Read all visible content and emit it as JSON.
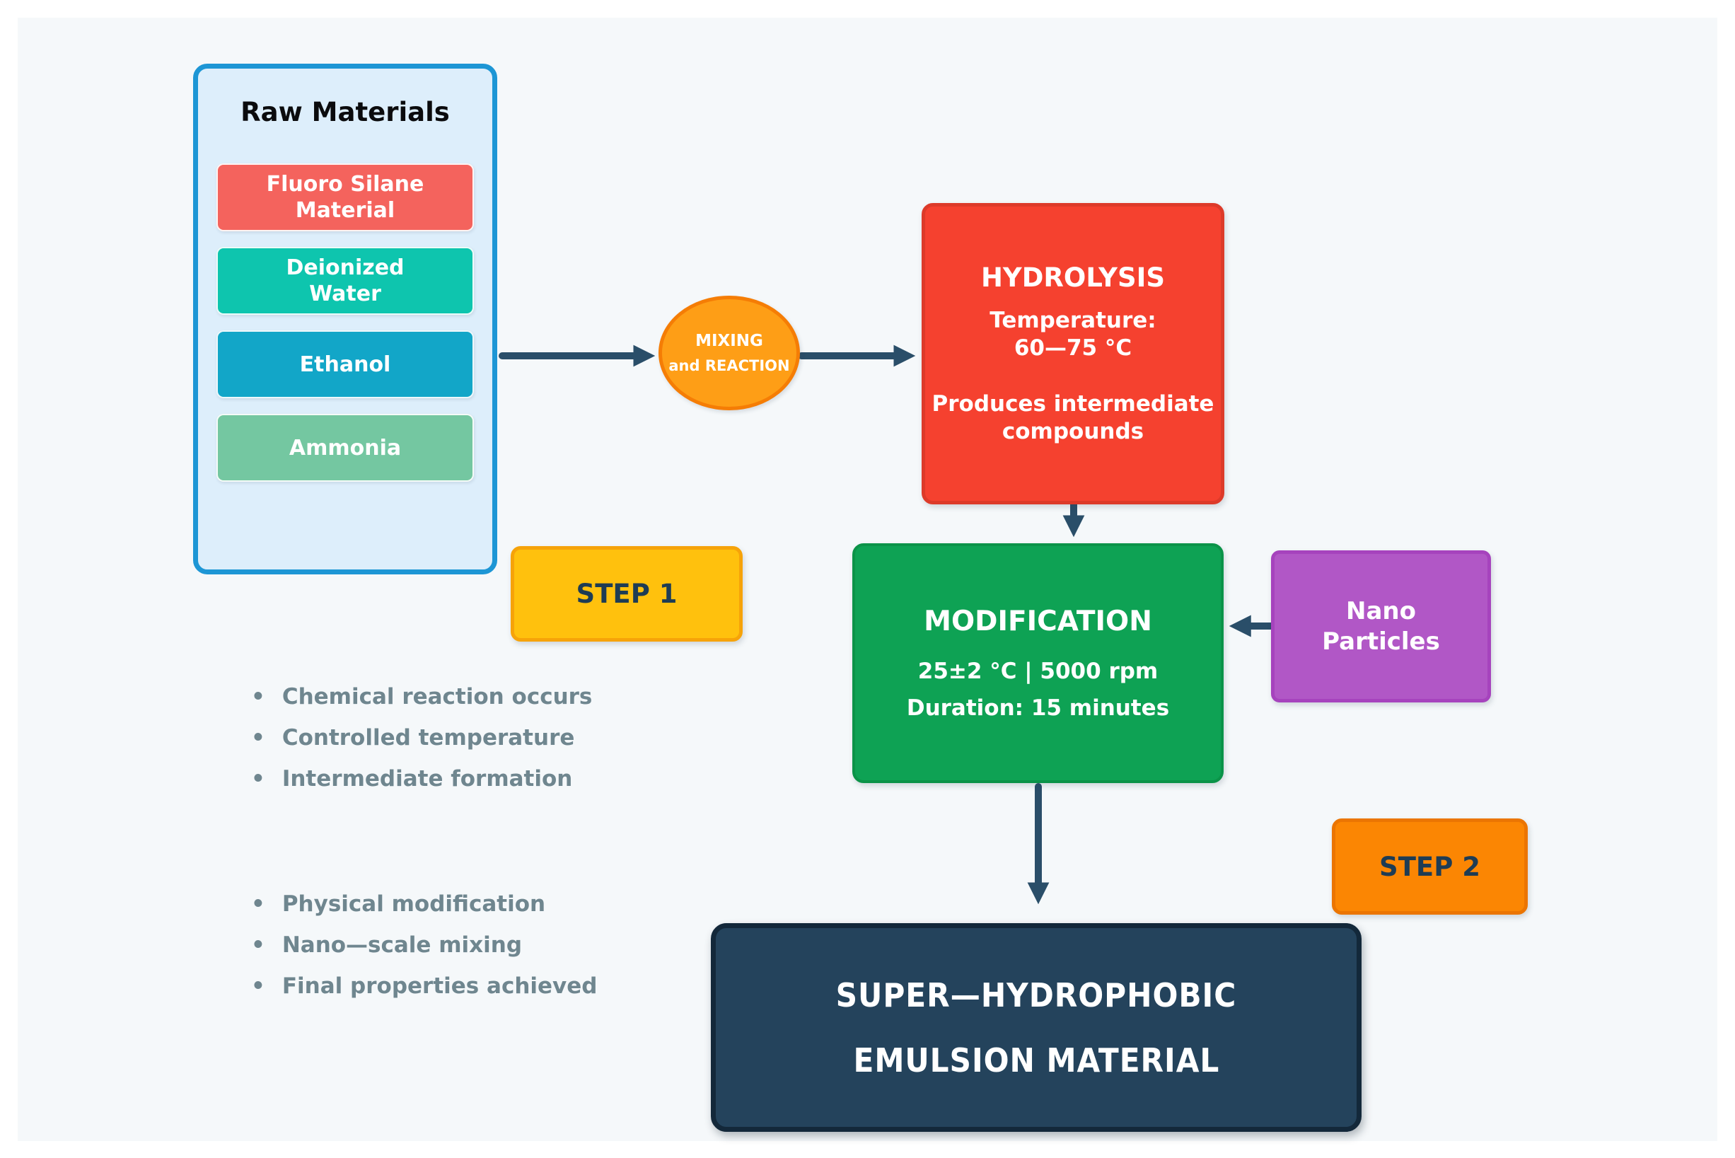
{
  "colors": {
    "panel_bg": "#f5f8fa",
    "raw_container_fill": "#ddeefb",
    "raw_container_border": "#1d96d5",
    "item_fluoro_silane": "#f4635d",
    "item_deionized_water": "#0ec5ae",
    "item_ethanol": "#12a6c8",
    "item_ammonia": "#74c7a1",
    "mixing_fill": "#fe9e16",
    "mixing_border": "#f57d05",
    "hydrolysis_fill": "#f5412f",
    "hydrolysis_border": "#dd3a29",
    "modification_fill": "#0ea254",
    "modification_border": "#0b9348",
    "nano_fill": "#b157c6",
    "nano_border": "#a643bd",
    "step1_fill": "#ffc10d",
    "step1_border": "#f6a309",
    "step2_fill": "#fb8603",
    "step2_border": "#eb7502",
    "final_fill": "#24435c",
    "final_border": "#13283a",
    "arrow": "#2a4e69",
    "notes_text": "#6f868f",
    "step_text": "#1e3c54"
  },
  "raw_materials": {
    "title": "Raw Materials",
    "items": [
      {
        "label": "Fluoro Silane\nMaterial"
      },
      {
        "label": "Deionized\nWater"
      },
      {
        "label": "Ethanol"
      },
      {
        "label": "Ammonia"
      }
    ]
  },
  "mixing": {
    "line1": "MIXING",
    "line2": "and REACTION"
  },
  "hydrolysis": {
    "title": "HYDROLYSIS",
    "temperature": "Temperature:\n60—75 °C",
    "note": "Produces intermediate\ncompounds"
  },
  "modification": {
    "title": "MODIFICATION",
    "conditions": "25±2 °C | 5000 rpm",
    "duration": "Duration: 15 minutes"
  },
  "nano_particles": {
    "label": "Nano\nParticles"
  },
  "steps": {
    "step1": "STEP 1",
    "step2": "STEP 2"
  },
  "final_product": {
    "line1": "SUPER—HYDROPHOBIC",
    "line2": "EMULSION MATERIAL"
  },
  "notes": {
    "bullet": "•",
    "step1": [
      "Chemical reaction occurs",
      "Controlled temperature",
      "Intermediate formation"
    ],
    "step2": [
      "Physical modification",
      "Nano—scale mixing",
      "Final properties achieved"
    ]
  }
}
